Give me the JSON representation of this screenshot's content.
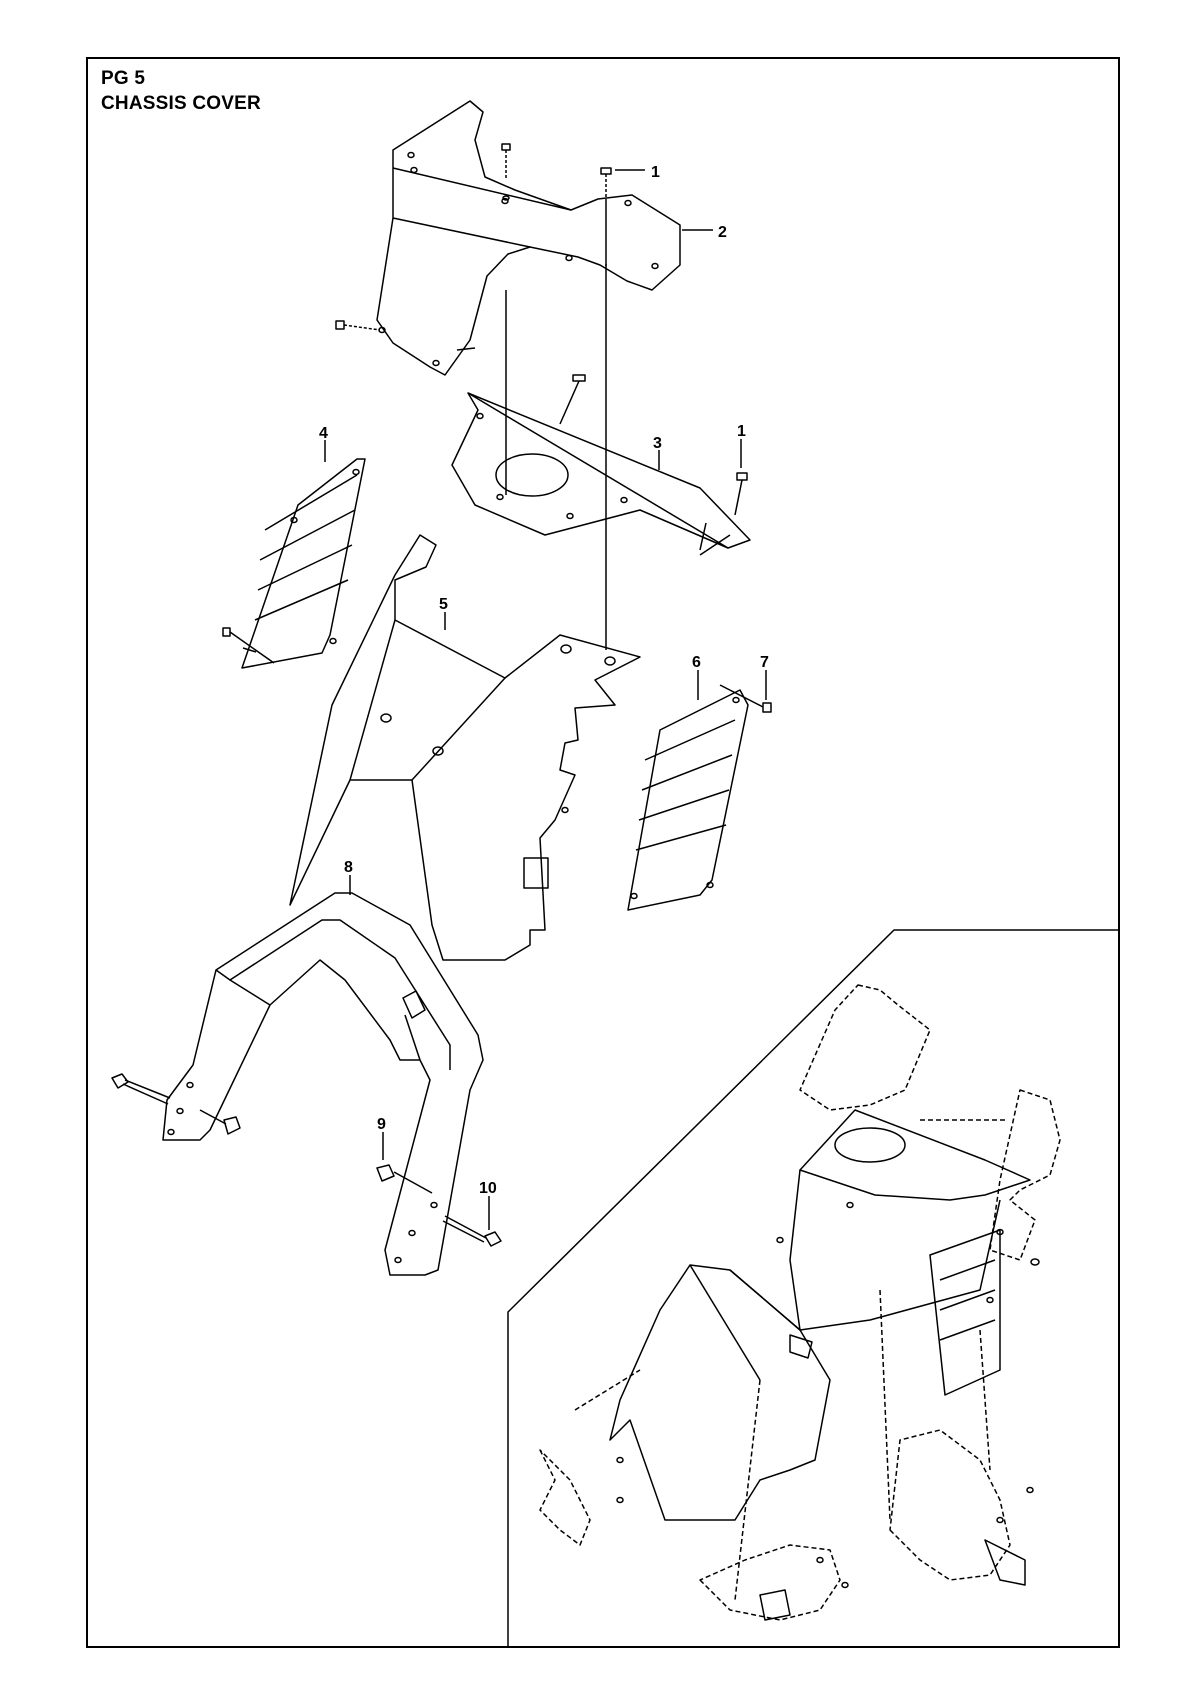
{
  "header": {
    "page_code": "PG 5",
    "title": "CHASSIS COVER"
  },
  "callouts": [
    "1",
    "2",
    "3",
    "1",
    "4",
    "5",
    "6",
    "7",
    "8",
    "9",
    "10"
  ],
  "colors": {
    "line": "#000000",
    "background": "#ffffff"
  }
}
